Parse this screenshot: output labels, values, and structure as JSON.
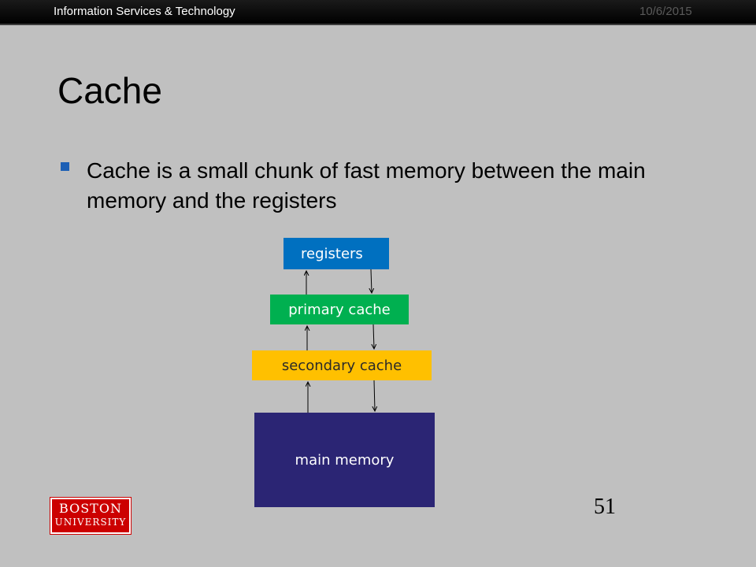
{
  "header": {
    "org": "Information Services & Technology",
    "date": "10/6/2015"
  },
  "slide": {
    "title": "Cache",
    "bullets": [
      "Cache is a small chunk of fast memory between the main memory and the registers"
    ],
    "page_number": "51"
  },
  "diagram": {
    "nodes": [
      {
        "id": "registers",
        "label": "registers",
        "color": "#0070c0"
      },
      {
        "id": "primary",
        "label": "primary cache",
        "color": "#00b050"
      },
      {
        "id": "secondary",
        "label": "secondary cache",
        "color": "#ffc000"
      },
      {
        "id": "main",
        "label": "main memory",
        "color": "#2b2574"
      }
    ]
  },
  "logo": {
    "line1": "BOSTON",
    "line2": "UNIVERSITY",
    "color": "#cc0000"
  }
}
